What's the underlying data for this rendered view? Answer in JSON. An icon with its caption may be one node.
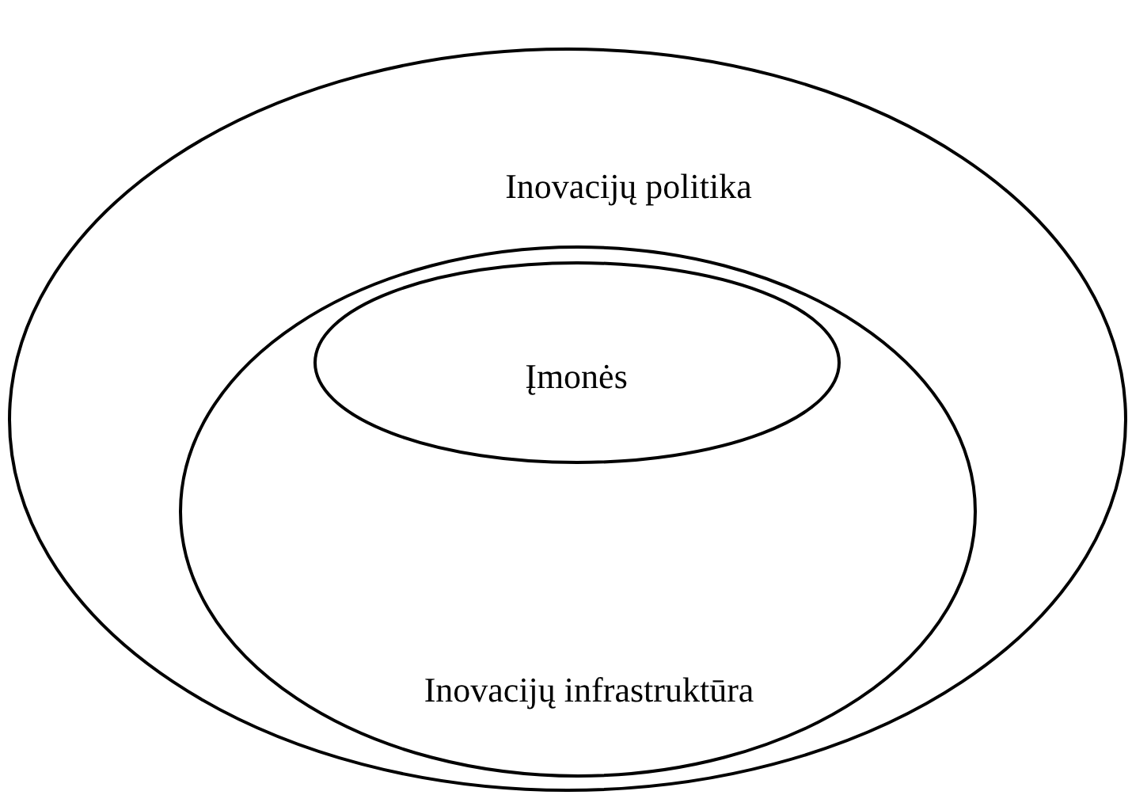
{
  "diagram": {
    "nodes": [
      {
        "text": [
          "Inovacijų politika"
        ]
      },
      {
        "text": [
          "Inovacijų infrastruktūra"
        ],
        "in": 0
      },
      {
        "text": [
          "Įmonės"
        ],
        "in": 1
      }
    ]
  }
}
